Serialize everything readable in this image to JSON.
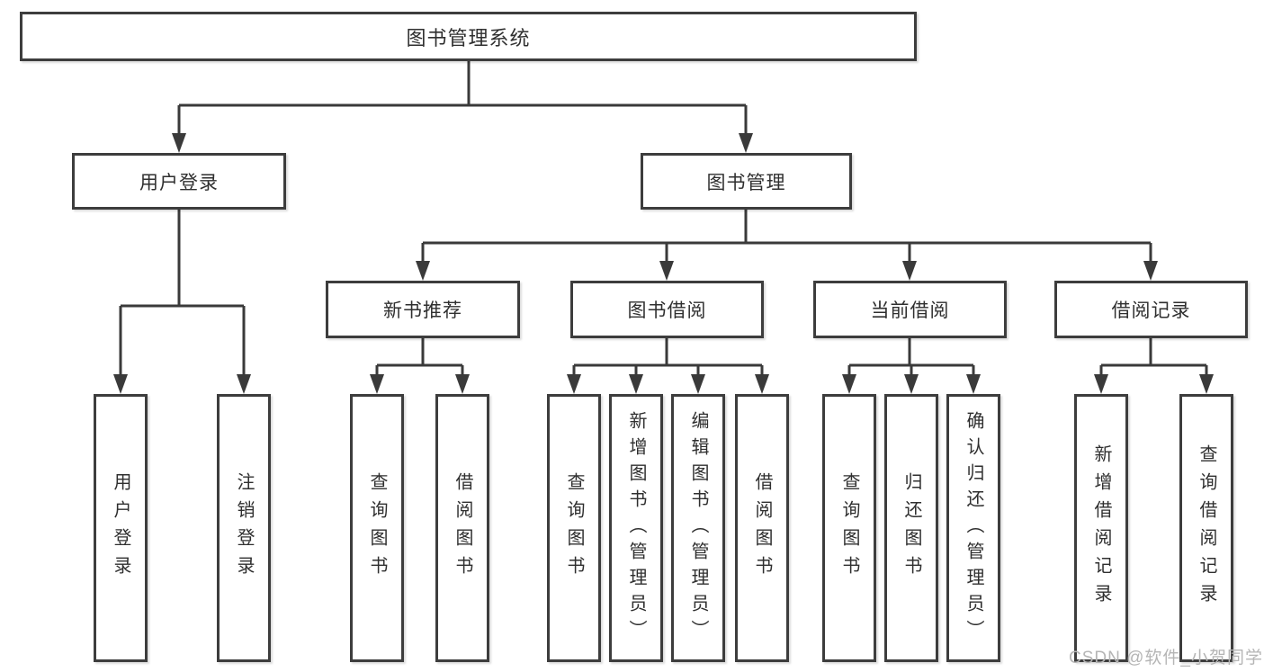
{
  "diagram": {
    "type": "hierarchy-tree",
    "colors": {
      "line": "#3a3a3a",
      "border": "#3d3d3d",
      "text": "#2f2f2f",
      "background": "#ffffff",
      "watermark": "#b5b5b5"
    },
    "root": {
      "label": "图书管理系统",
      "children": [
        {
          "label": "用户登录",
          "children": [
            {
              "label": "用户登录"
            },
            {
              "label": "注销登录"
            }
          ]
        },
        {
          "label": "图书管理",
          "children": [
            {
              "label": "新书推荐",
              "children": [
                {
                  "label": "查询图书"
                },
                {
                  "label": "借阅图书"
                }
              ]
            },
            {
              "label": "图书借阅",
              "children": [
                {
                  "label": "查询图书"
                },
                {
                  "label": "新增图书（管理员）"
                },
                {
                  "label": "编辑图书（管理员）"
                },
                {
                  "label": "借阅图书"
                }
              ]
            },
            {
              "label": "当前借阅",
              "children": [
                {
                  "label": "查询图书"
                },
                {
                  "label": "归还图书"
                },
                {
                  "label": "确认归还（管理员）"
                }
              ]
            },
            {
              "label": "借阅记录",
              "children": [
                {
                  "label": "新增借阅记录"
                },
                {
                  "label": "查询借阅记录"
                }
              ]
            }
          ]
        }
      ]
    }
  },
  "watermark": "CSDN @软件_小贺同学"
}
